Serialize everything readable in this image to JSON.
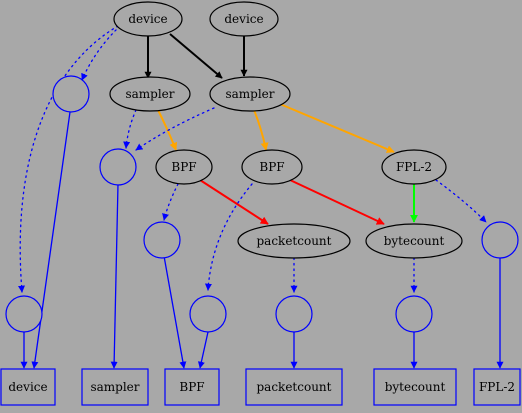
{
  "colors": {
    "background": "#a8a8a8",
    "node_fill": "#a8a8a8",
    "node_stroke": "#000000",
    "aux_stroke": "#0000ff",
    "edge_black": "#000000",
    "edge_orange": "#ffa500",
    "edge_red": "#ff0000",
    "edge_green": "#00ff00",
    "edge_blue": "#0000ff"
  },
  "labels": {
    "device_1": "device",
    "device_2": "device",
    "sampler_1": "sampler",
    "sampler_2": "sampler",
    "bpf_1": "BPF",
    "bpf_2": "BPF",
    "fpl2": "FPL-2",
    "packetcount": "packetcount",
    "bytecount": "bytecount",
    "out_device": "device",
    "out_sampler": "sampler",
    "out_bpf": "BPF",
    "out_packetcount": "packetcount",
    "out_bytecount": "bytecount",
    "out_fpl2": "FPL-2"
  }
}
